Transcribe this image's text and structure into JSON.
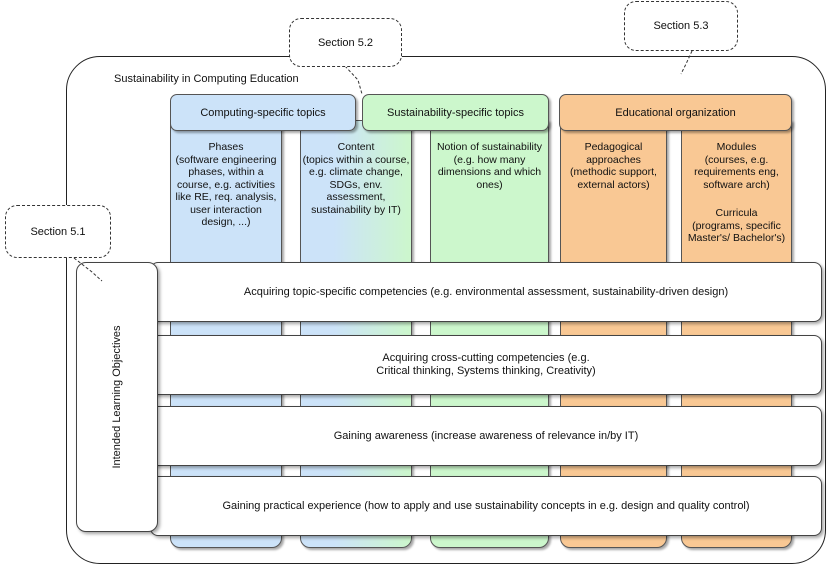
{
  "frame": {
    "title": "Sustainability in Computing Education"
  },
  "callouts": {
    "s51": "Section 5.1",
    "s52": "Section 5.2",
    "s53": "Section 5.3"
  },
  "headers": {
    "computing": "Computing-specific topics",
    "sustainability": "Sustainability-specific topics",
    "educational": "Educational organization"
  },
  "columns": {
    "phases": "Phases\n(software engineering phases, within a course, e.g. activities like RE, req. analysis, user interaction design, ...)",
    "content": "Content\n(topics within a course, e.g. climate change, SDGs, env. assessment, sustainability by IT)",
    "notion": "Notion of sustainability\n(e.g. how many dimensions and which ones)",
    "pedagogical": "Pedagogical approaches\n(methodic support, external actors)",
    "modules": "Modules\n(courses, e.g. requirements eng, software arch)",
    "curricula": "Curricula\n(programs, specific Master's/ Bachelor's)"
  },
  "objectives": {
    "label": "Intended Learning Objectives",
    "bands": [
      "Acquiring topic-specific competencies (e.g. environmental assessment, sustainability-driven design)",
      "Acquiring cross-cutting competencies (e.g.\nCritical thinking, Systems thinking, Creativity)",
      "Gaining awareness (increase awareness of relevance in/by IT)",
      "Gaining practical experience (how to apply and use sustainability concepts in e.g. design and quality control)"
    ]
  },
  "colors": {
    "computing": "#cce3f9",
    "sustainability": "#ccf7cc",
    "educational": "#f9c894"
  }
}
